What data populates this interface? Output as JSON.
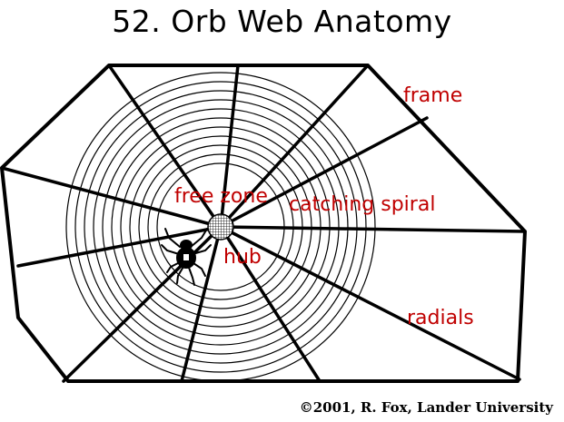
{
  "title": "52. Orb Web Anatomy",
  "labels": {
    "frame": "frame",
    "free_zone": "free zone",
    "catching_spiral": "catching spiral",
    "hub": "hub",
    "radials": "radials"
  },
  "colors": {
    "label": "#c00000",
    "lines": "#000000"
  },
  "copyright": "©2001, R. Fox, Lander University"
}
